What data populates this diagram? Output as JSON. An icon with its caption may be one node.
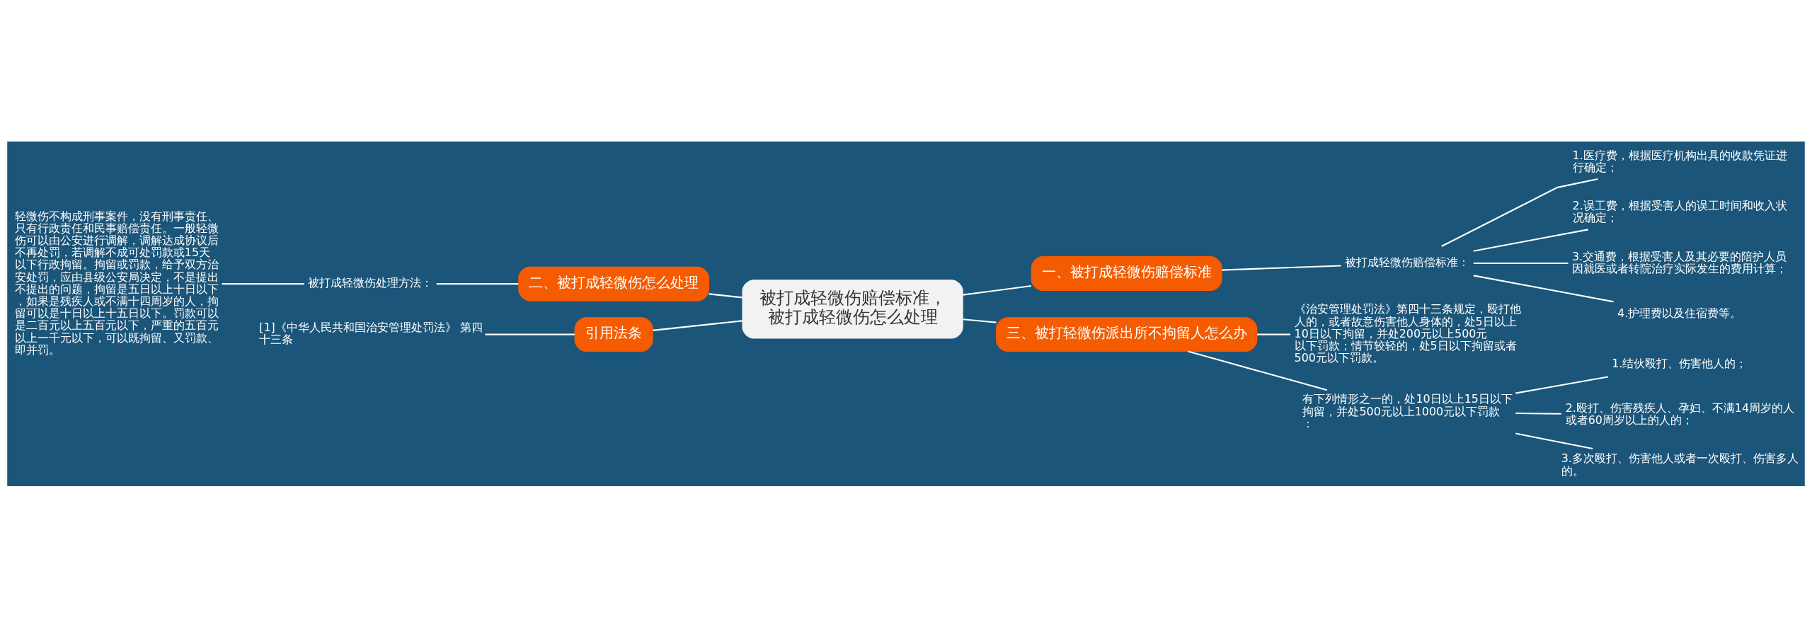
{
  "diagram": {
    "nodes": [
      {
        "text": [
          "被打成轻微伤赔偿标准，被打成轻微伤怎么处理"
        ]
      },
      {
        "text": [
          "一、被打成轻微伤赔偿标准"
        ]
      },
      {
        "text": [
          "被打成轻微伤赔偿标准："
        ]
      },
      {
        "text": [
          "1.医疗费，根据医疗机构出具的收款凭证进行确定；"
        ]
      },
      {
        "text": [
          "2.误工费，根据受害人的误工时间和收入状况确定；"
        ]
      },
      {
        "text": [
          "3.交通费，根据受害人及其必要的陪护人员因就医或者转院治疗实际发生的费用计算；"
        ]
      },
      {
        "text": [
          "4.护理费以及住宿费等。"
        ]
      },
      {
        "text": [
          "三、被打轻微伤派出所不拘留人怎么办"
        ]
      },
      {
        "text": [
          "《治安管理处罚法》第四十三条规定，殴打他人的，或者故意伤害他人身体的，处5日以上10日以下拘留，并处200元以上500元以下罚款；情节较轻的，处5日以下拘留或者500元以下罚款。"
        ]
      },
      {
        "text": [
          "有下列情形之一的，处10日以上15日以下拘留，并处500元以上1000元以下罚款："
        ]
      },
      {
        "text": [
          "1.结伙殴打、伤害他人的；"
        ]
      },
      {
        "text": [
          "2.殴打、伤害残疾人、孕妇、不满14周岁的人或者60周岁以上的人的；"
        ]
      },
      {
        "text": [
          "3.多次殴打、伤害他人或者一次殴打、伤害多人的。"
        ]
      },
      {
        "text": [
          "二、被打成轻微伤怎么处理"
        ]
      },
      {
        "text": [
          "被打成轻微伤处理方法："
        ]
      },
      {
        "text": [
          "轻微伤不构成刑事案件，没有刑事责任、只有行政责任和民事赔偿责任。一般轻微伤可以由公安进行调解，调解达成协议后不再处罚，若调解不成可处罚款或15天以下行政拘留。拘留或罚款，给予双方治安处罚，应由县级公安局决定，不是提出不提出的问题，拘留是五日以上十日以下，如果是残疾人或不满十四周岁的人，拘留可以是十日以上十五日以下。罚款可以是二百元以上五百元以下，严重的五百元以上一千元以下，可以既拘留、又罚款、即并罚。"
        ]
      },
      {
        "text": [
          "引用法条"
        ]
      },
      {
        "text": [
          "[1]《中华人民共和国治安管理处罚法》 第四十三条"
        ]
      }
    ],
    "edges": [
      {
        "from": 0,
        "to": 1,
        "arrow": "none"
      },
      {
        "from": 1,
        "to": 2,
        "arrow": "none"
      },
      {
        "from": 2,
        "to": 3,
        "arrow": "none"
      },
      {
        "from": 2,
        "to": 4,
        "arrow": "none"
      },
      {
        "from": 2,
        "to": 5,
        "arrow": "none"
      },
      {
        "from": 2,
        "to": 6,
        "arrow": "none"
      },
      {
        "from": 0,
        "to": 7,
        "arrow": "none"
      },
      {
        "from": 7,
        "to": 8,
        "arrow": "none"
      },
      {
        "from": 7,
        "to": 9,
        "arrow": "none"
      },
      {
        "from": 9,
        "to": 10,
        "arrow": "none"
      },
      {
        "from": 9,
        "to": 11,
        "arrow": "none"
      },
      {
        "from": 9,
        "to": 12,
        "arrow": "none"
      },
      {
        "from": 13,
        "to": 0,
        "arrow": "none"
      },
      {
        "from": 14,
        "to": 13,
        "arrow": "none"
      },
      {
        "from": 15,
        "to": 14,
        "arrow": "none"
      },
      {
        "from": 16,
        "to": 0,
        "arrow": "none"
      },
      {
        "from": 17,
        "to": 16,
        "arrow": "none"
      }
    ]
  }
}
